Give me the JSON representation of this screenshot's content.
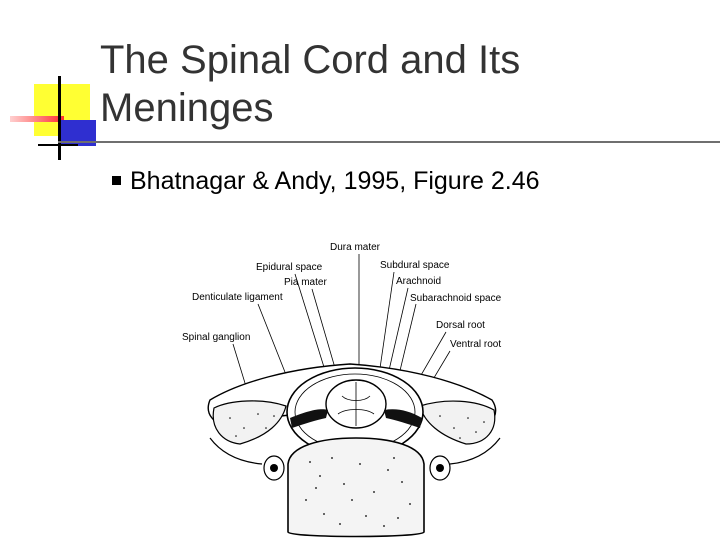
{
  "slide": {
    "title_line1": "The Spinal Cord and Its",
    "title_line2": "Meninges",
    "bullet": "Bhatnagar & Andy, 1995, Figure 2.46"
  },
  "figure": {
    "labels": {
      "dura_mater": "Dura mater",
      "epidural_space": "Epidural space",
      "subdural_space": "Subdural space",
      "pia_mater": "Pia mater",
      "arachnoid": "Arachnoid",
      "denticulate_ligament": "Denticulate ligament",
      "subarachnoid_space": "Subarachnoid space",
      "dorsal_root": "Dorsal root",
      "spinal_ganglion": "Spinal ganglion",
      "ventral_root": "Ventral root"
    }
  }
}
